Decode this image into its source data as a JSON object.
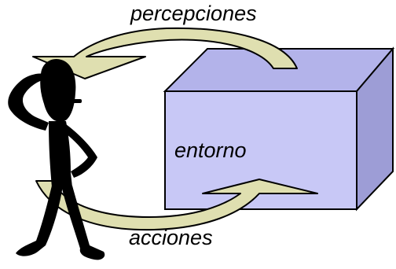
{
  "labels": {
    "top": "percepciones",
    "environment": "entorno",
    "bottom": "acciones"
  },
  "colors": {
    "box_front": "#c8c8f6",
    "box_top": "#b3b3ea",
    "box_side": "#9d9dd6",
    "arrow_fill": "#dfdfb0",
    "figure": "#000000"
  }
}
